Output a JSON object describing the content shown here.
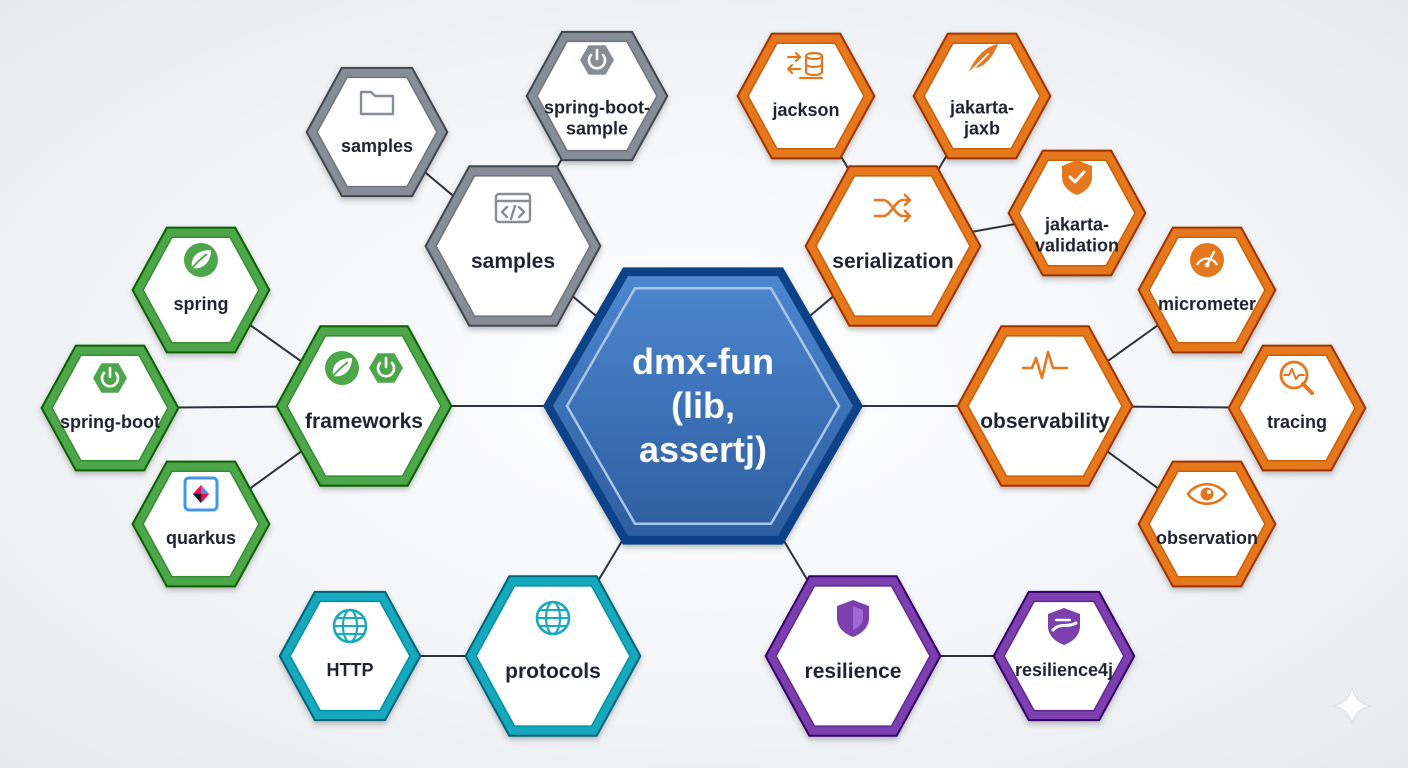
{
  "colors": {
    "hub": "#3b6fb5",
    "gray": "#868d96",
    "green": "#4ea64a",
    "orange": "#e5771e",
    "teal": "#19a9bd",
    "purple": "#7b3fae"
  },
  "hub": {
    "lines": [
      "dmx-fun",
      "(lib,",
      "assertj)"
    ]
  },
  "nodes": {
    "samples_group": {
      "lines": [
        "samples"
      ],
      "icon": "code-window-icon",
      "color": "gray"
    },
    "samples_leaf": {
      "lines": [
        "samples"
      ],
      "icon": "folder-icon",
      "color": "gray"
    },
    "spring_boot_sample": {
      "lines": [
        "spring-boot-",
        "sample"
      ],
      "icon": "power-icon",
      "color": "gray"
    },
    "frameworks": {
      "lines": [
        "frameworks"
      ],
      "icon": "spring-and-power-icons",
      "color": "green"
    },
    "spring": {
      "lines": [
        "spring"
      ],
      "icon": "spring-leaf-icon",
      "color": "green"
    },
    "spring_boot": {
      "lines": [
        "spring-boot"
      ],
      "icon": "power-icon",
      "color": "green"
    },
    "quarkus": {
      "lines": [
        "quarkus"
      ],
      "icon": "quarkus-icon",
      "color": "green"
    },
    "protocols": {
      "lines": [
        "protocols"
      ],
      "icon": "globe-icon",
      "color": "teal"
    },
    "http": {
      "lines": [
        "HTTP"
      ],
      "icon": "globe-icon",
      "color": "teal"
    },
    "resilience": {
      "lines": [
        "resilience"
      ],
      "icon": "shield-icon",
      "color": "purple"
    },
    "resilience4j": {
      "lines": [
        "resilience4j"
      ],
      "icon": "shield-hand-icon",
      "color": "purple"
    },
    "serialization": {
      "lines": [
        "serialization"
      ],
      "icon": "shuffle-icon",
      "color": "orange"
    },
    "jackson": {
      "lines": [
        "jackson"
      ],
      "icon": "data-transfer-icon",
      "color": "orange"
    },
    "jakarta_jaxb": {
      "lines": [
        "jakarta-",
        "jaxb"
      ],
      "icon": "feather-icon",
      "color": "orange"
    },
    "jakarta_validation": {
      "lines": [
        "jakarta-",
        "validation"
      ],
      "icon": "shield-check-icon",
      "color": "orange"
    },
    "observability": {
      "lines": [
        "observability"
      ],
      "icon": "pulse-icon",
      "color": "orange"
    },
    "micrometer": {
      "lines": [
        "micrometer"
      ],
      "icon": "gauge-icon",
      "color": "orange"
    },
    "tracing": {
      "lines": [
        "tracing"
      ],
      "icon": "magnifier-pulse-icon",
      "color": "orange"
    },
    "observation": {
      "lines": [
        "observation"
      ],
      "icon": "eye-icon",
      "color": "orange"
    }
  },
  "edges": [
    [
      "hub",
      "samples_group"
    ],
    [
      "hub",
      "frameworks"
    ],
    [
      "hub",
      "protocols"
    ],
    [
      "hub",
      "resilience"
    ],
    [
      "hub",
      "serialization"
    ],
    [
      "hub",
      "observability"
    ],
    [
      "samples_group",
      "samples_leaf"
    ],
    [
      "samples_group",
      "spring_boot_sample"
    ],
    [
      "frameworks",
      "spring"
    ],
    [
      "frameworks",
      "spring_boot"
    ],
    [
      "frameworks",
      "quarkus"
    ],
    [
      "protocols",
      "http"
    ],
    [
      "resilience",
      "resilience4j"
    ],
    [
      "serialization",
      "jackson"
    ],
    [
      "serialization",
      "jakarta_jaxb"
    ],
    [
      "serialization",
      "jakarta_validation"
    ],
    [
      "observability",
      "micrometer"
    ],
    [
      "observability",
      "tracing"
    ],
    [
      "observability",
      "observation"
    ]
  ]
}
